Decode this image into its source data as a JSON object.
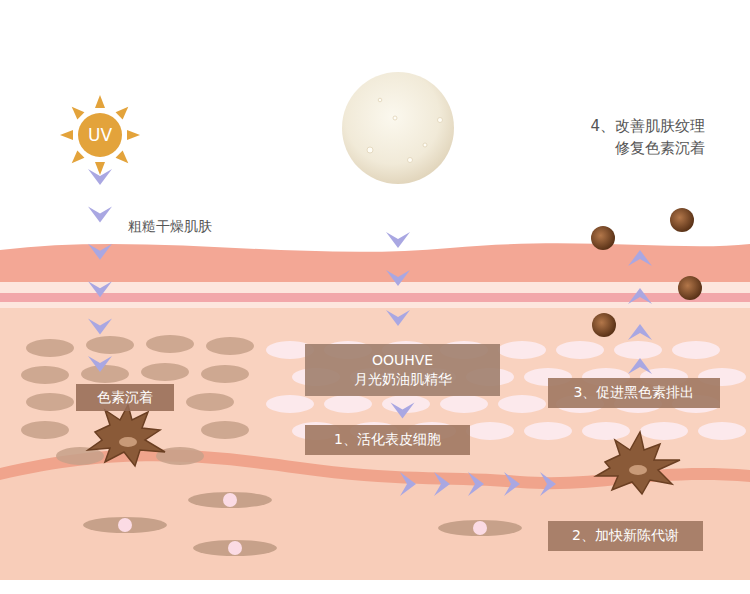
{
  "diagram": {
    "nodes": [
      {
        "text": [
          "UV"
        ]
      },
      {
        "text": [
          "色素沉着"
        ]
      },
      {
        "text": [
          "OOUHVE",
          "月光奶油肌精华"
        ]
      },
      {
        "text": [
          "1、活化表皮细胞"
        ]
      },
      {
        "text": [
          "2、加快新陈代谢"
        ]
      },
      {
        "text": [
          "3、促进黑色素排出"
        ]
      }
    ],
    "edges": [
      {
        "from": 0,
        "to": 1,
        "arrow": "to"
      },
      {
        "from": 2,
        "to": 3,
        "arrow": "to"
      }
    ],
    "labels": [
      "粗糙干燥肌肤",
      "4、改善肌肤纹理 修复色素沉着"
    ]
  }
}
